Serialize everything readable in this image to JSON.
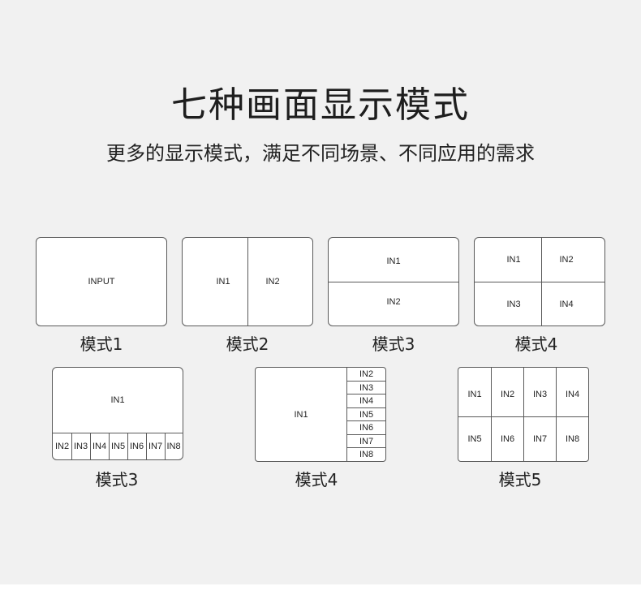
{
  "header": {
    "title": "七种画面显示模式",
    "subtitle": "更多的显示模式，满足不同场景、不同应用的需求"
  },
  "modes": [
    {
      "caption": "模式1",
      "labels": [
        "INPUT"
      ]
    },
    {
      "caption": "模式2",
      "labels": [
        "IN1",
        "IN2"
      ]
    },
    {
      "caption": "模式3",
      "labels": [
        "IN1",
        "IN2"
      ]
    },
    {
      "caption": "模式4",
      "labels": [
        "IN1",
        "IN2",
        "IN3",
        "IN4"
      ]
    },
    {
      "caption": "模式3",
      "labels": [
        "IN1",
        "IN2",
        "IN3",
        "IN4",
        "IN5",
        "IN6",
        "IN7",
        "IN8"
      ]
    },
    {
      "caption": "模式4",
      "labels": [
        "IN1",
        "IN2",
        "IN3",
        "IN4",
        "IN5",
        "IN6",
        "IN7",
        "IN8"
      ]
    },
    {
      "caption": "模式5",
      "labels": [
        "IN1",
        "IN2",
        "IN3",
        "IN4",
        "IN5",
        "IN6",
        "IN7",
        "IN8"
      ]
    }
  ]
}
